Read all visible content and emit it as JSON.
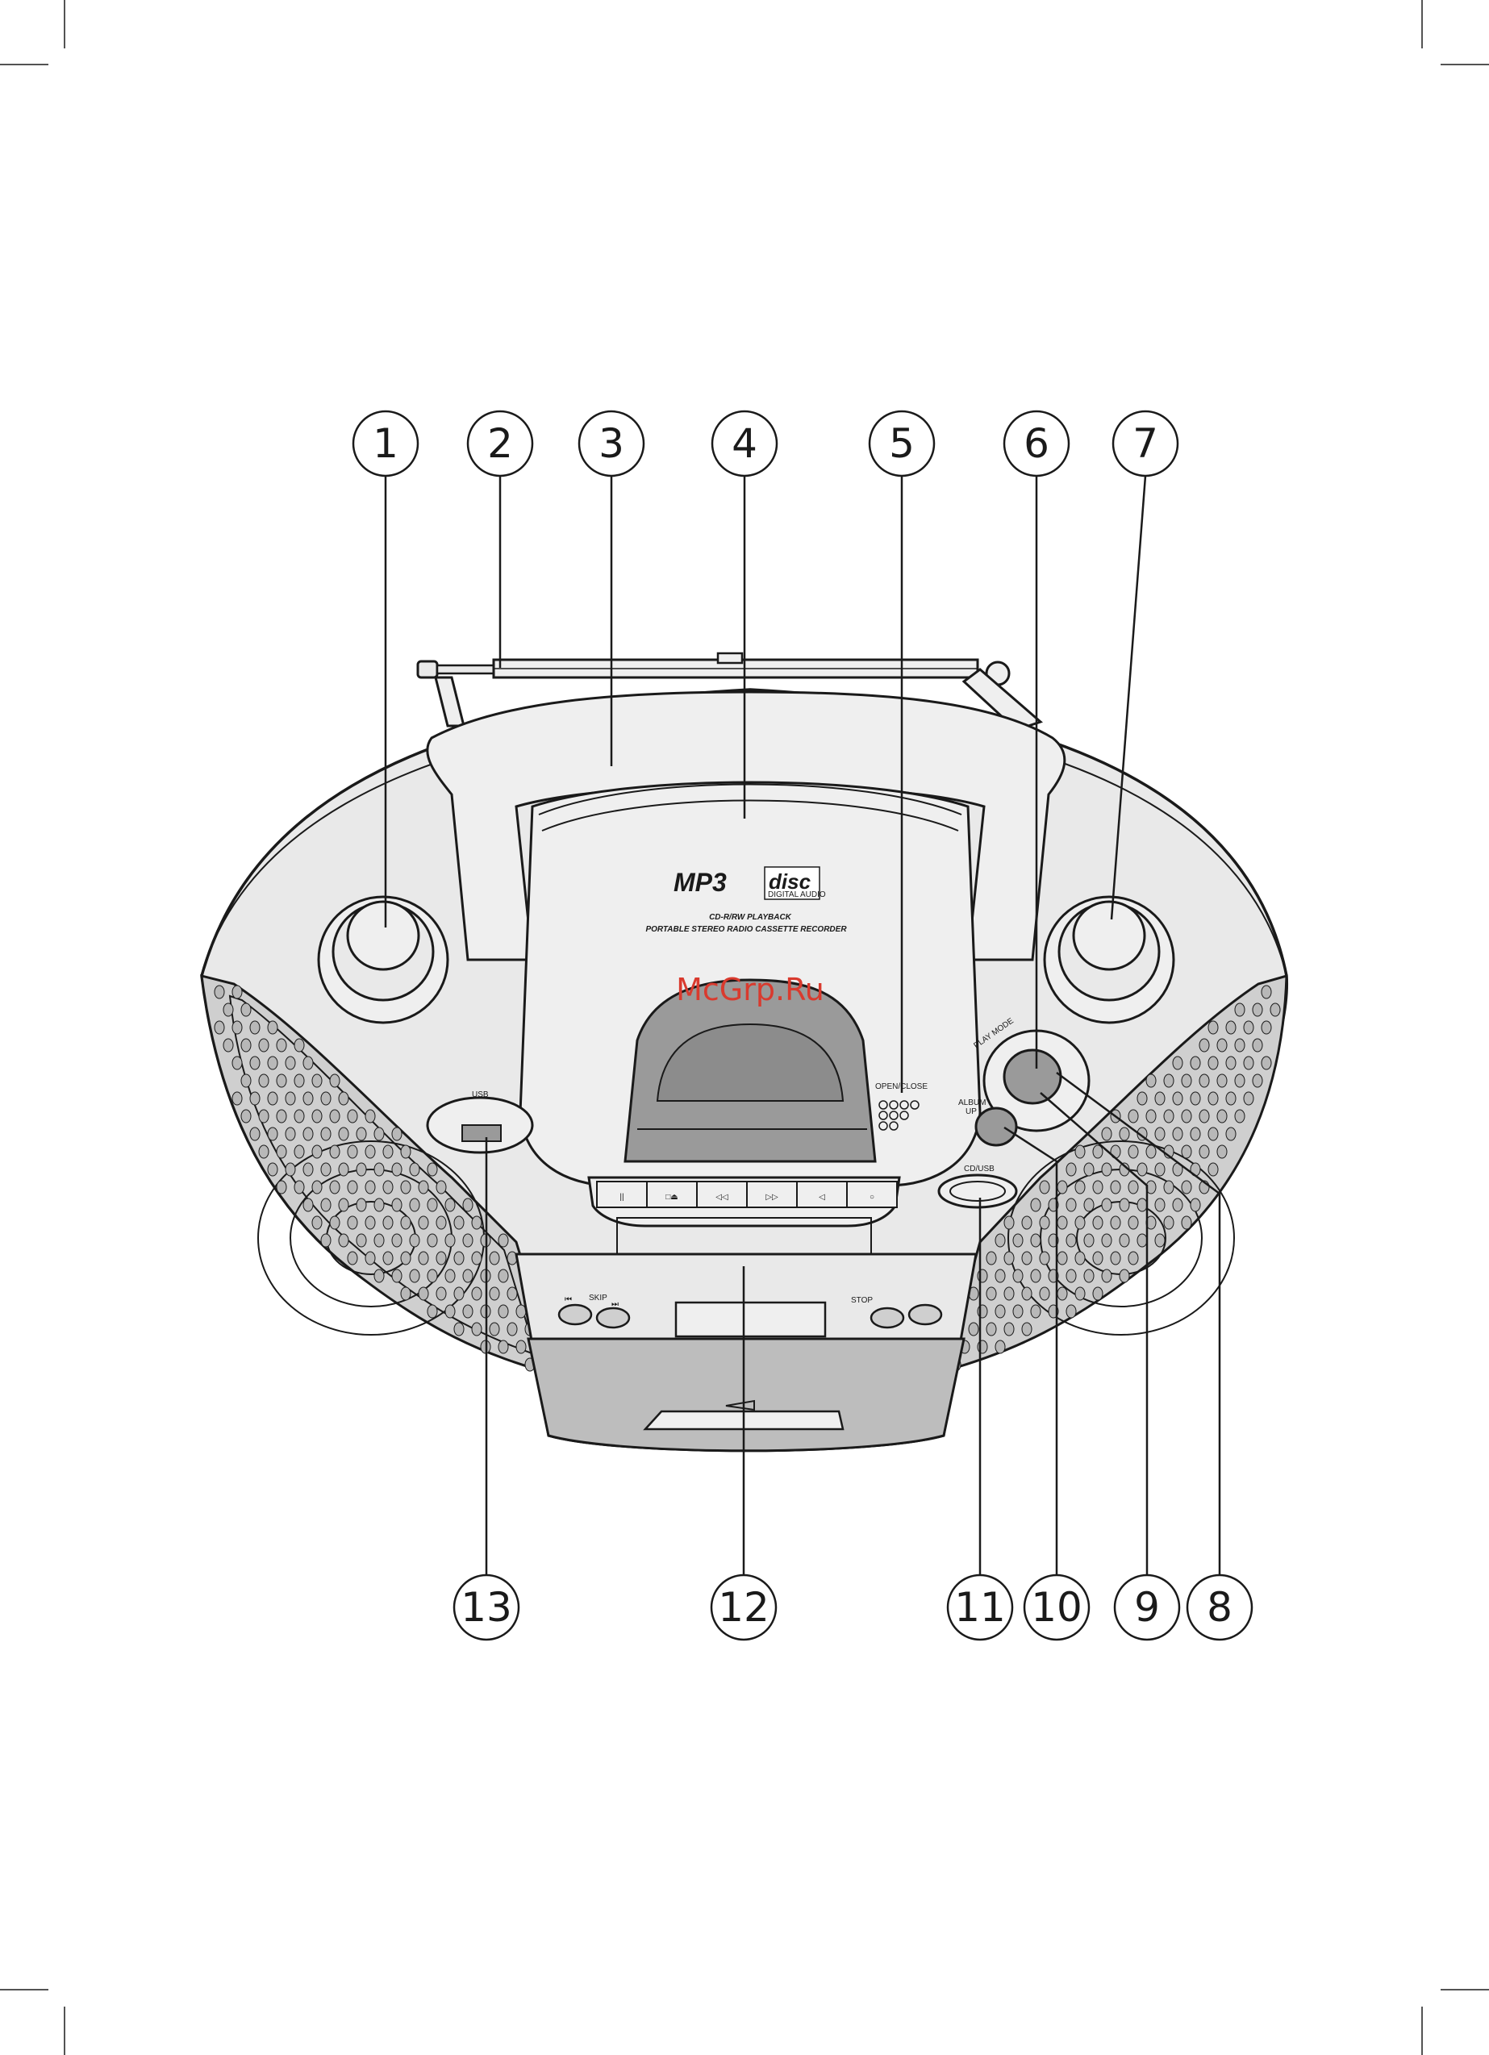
{
  "watermark": "McGrp.Ru",
  "colors": {
    "body": "#e9e9e9",
    "top_panel": "#efefef",
    "grille": "#cfcfcf",
    "grille_hole": "#b8b8b8",
    "window_dark": "#9a9a9a",
    "cassette_door": "#bdbdbd",
    "outline": "#1a1a1a",
    "watermark": "#d93a2e"
  },
  "device": {
    "logo_mp3": "MP3",
    "logo_disc": "disc",
    "logo_disc_sub": "DIGITAL AUDIO",
    "subtitle_line1": "CD-R/RW PLAYBACK",
    "subtitle_line2": "PORTABLE STEREO RADIO CASSETTE RECORDER",
    "label_open_close": "OPEN/CLOSE",
    "label_usb": "USB",
    "label_play_mode": "PLAY MODE",
    "label_album_up": "ALBUM",
    "label_album_up2": "UP",
    "label_cd_usb": "CD/USB",
    "label_skip": "SKIP",
    "label_stop": "STOP"
  },
  "cassette_keys": [
    {
      "name": "pause",
      "symbol": "||"
    },
    {
      "name": "stop-eject",
      "symbol": "□⏏"
    },
    {
      "name": "rewind",
      "symbol": "◁◁"
    },
    {
      "name": "fast-forward",
      "symbol": "▷▷"
    },
    {
      "name": "play",
      "symbol": "◁"
    },
    {
      "name": "record",
      "symbol": "○"
    }
  ],
  "callouts": [
    {
      "number": "1"
    },
    {
      "number": "2"
    },
    {
      "number": "3"
    },
    {
      "number": "4"
    },
    {
      "number": "5"
    },
    {
      "number": "6"
    },
    {
      "number": "7"
    },
    {
      "number": "8"
    },
    {
      "number": "9"
    },
    {
      "number": "10"
    },
    {
      "number": "11"
    },
    {
      "number": "12"
    },
    {
      "number": "13"
    }
  ]
}
